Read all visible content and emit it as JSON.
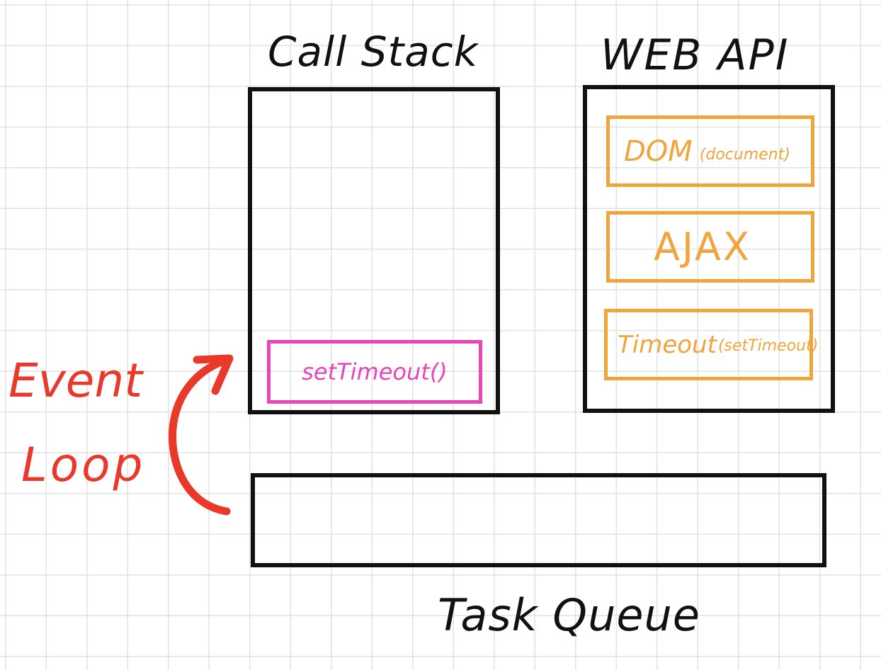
{
  "diagram": {
    "call_stack": {
      "title": "Call Stack",
      "frames": [
        "setTimeout()"
      ]
    },
    "web_api": {
      "title": "WEB API",
      "items": [
        {
          "label": "DOM",
          "sub": "(document)"
        },
        {
          "label": "AJAX",
          "sub": ""
        },
        {
          "label": "Timeout",
          "sub": "(setTimeout)"
        }
      ]
    },
    "task_queue": {
      "title": "Task Queue"
    },
    "event_loop": {
      "line1": "Event",
      "line2": "Loop"
    },
    "colors": {
      "ink": "#111111",
      "web_api_accent": "#f0a43c",
      "stack_frame_accent": "#e846b8",
      "event_loop_accent": "#e8392b",
      "grid": "#e2e2e2"
    }
  }
}
